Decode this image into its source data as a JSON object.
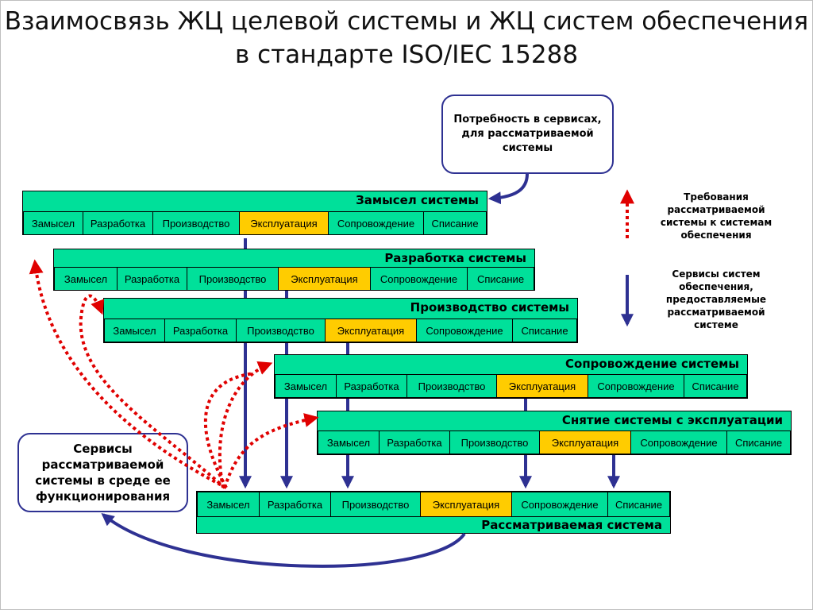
{
  "title": "Взаимосвязь ЖЦ целевой системы и ЖЦ систем обеспечения в стандарте ISO/IEC 15288",
  "need_box": "Потребность в сервисах, для рассматриваемой системы",
  "services_box": "Сервисы рассматриваемой системы в среде ее функционирования",
  "legend": {
    "requirements": "Требования рассматриваемой системы к системам обеспечения",
    "services": "Сервисы систем обеспечения, предоставляемые рассматриваемой системе"
  },
  "stages": [
    "Замысел",
    "Разработка",
    "Производство",
    "Эксплуатация",
    "Сопровождение",
    "Списание"
  ],
  "highlight_stage": "Эксплуатация",
  "systems": [
    {
      "name": "Замысел системы"
    },
    {
      "name": "Разработка системы"
    },
    {
      "name": "Производство системы"
    },
    {
      "name": "Сопровождение системы"
    },
    {
      "name": "Снятие системы с эксплуатации"
    },
    {
      "name": "Рассматриваемая система"
    }
  ],
  "colors": {
    "box": "#00e09a",
    "highlight": "#ffcc00",
    "arrow": "#2e3192",
    "dotted": "#e00000"
  }
}
